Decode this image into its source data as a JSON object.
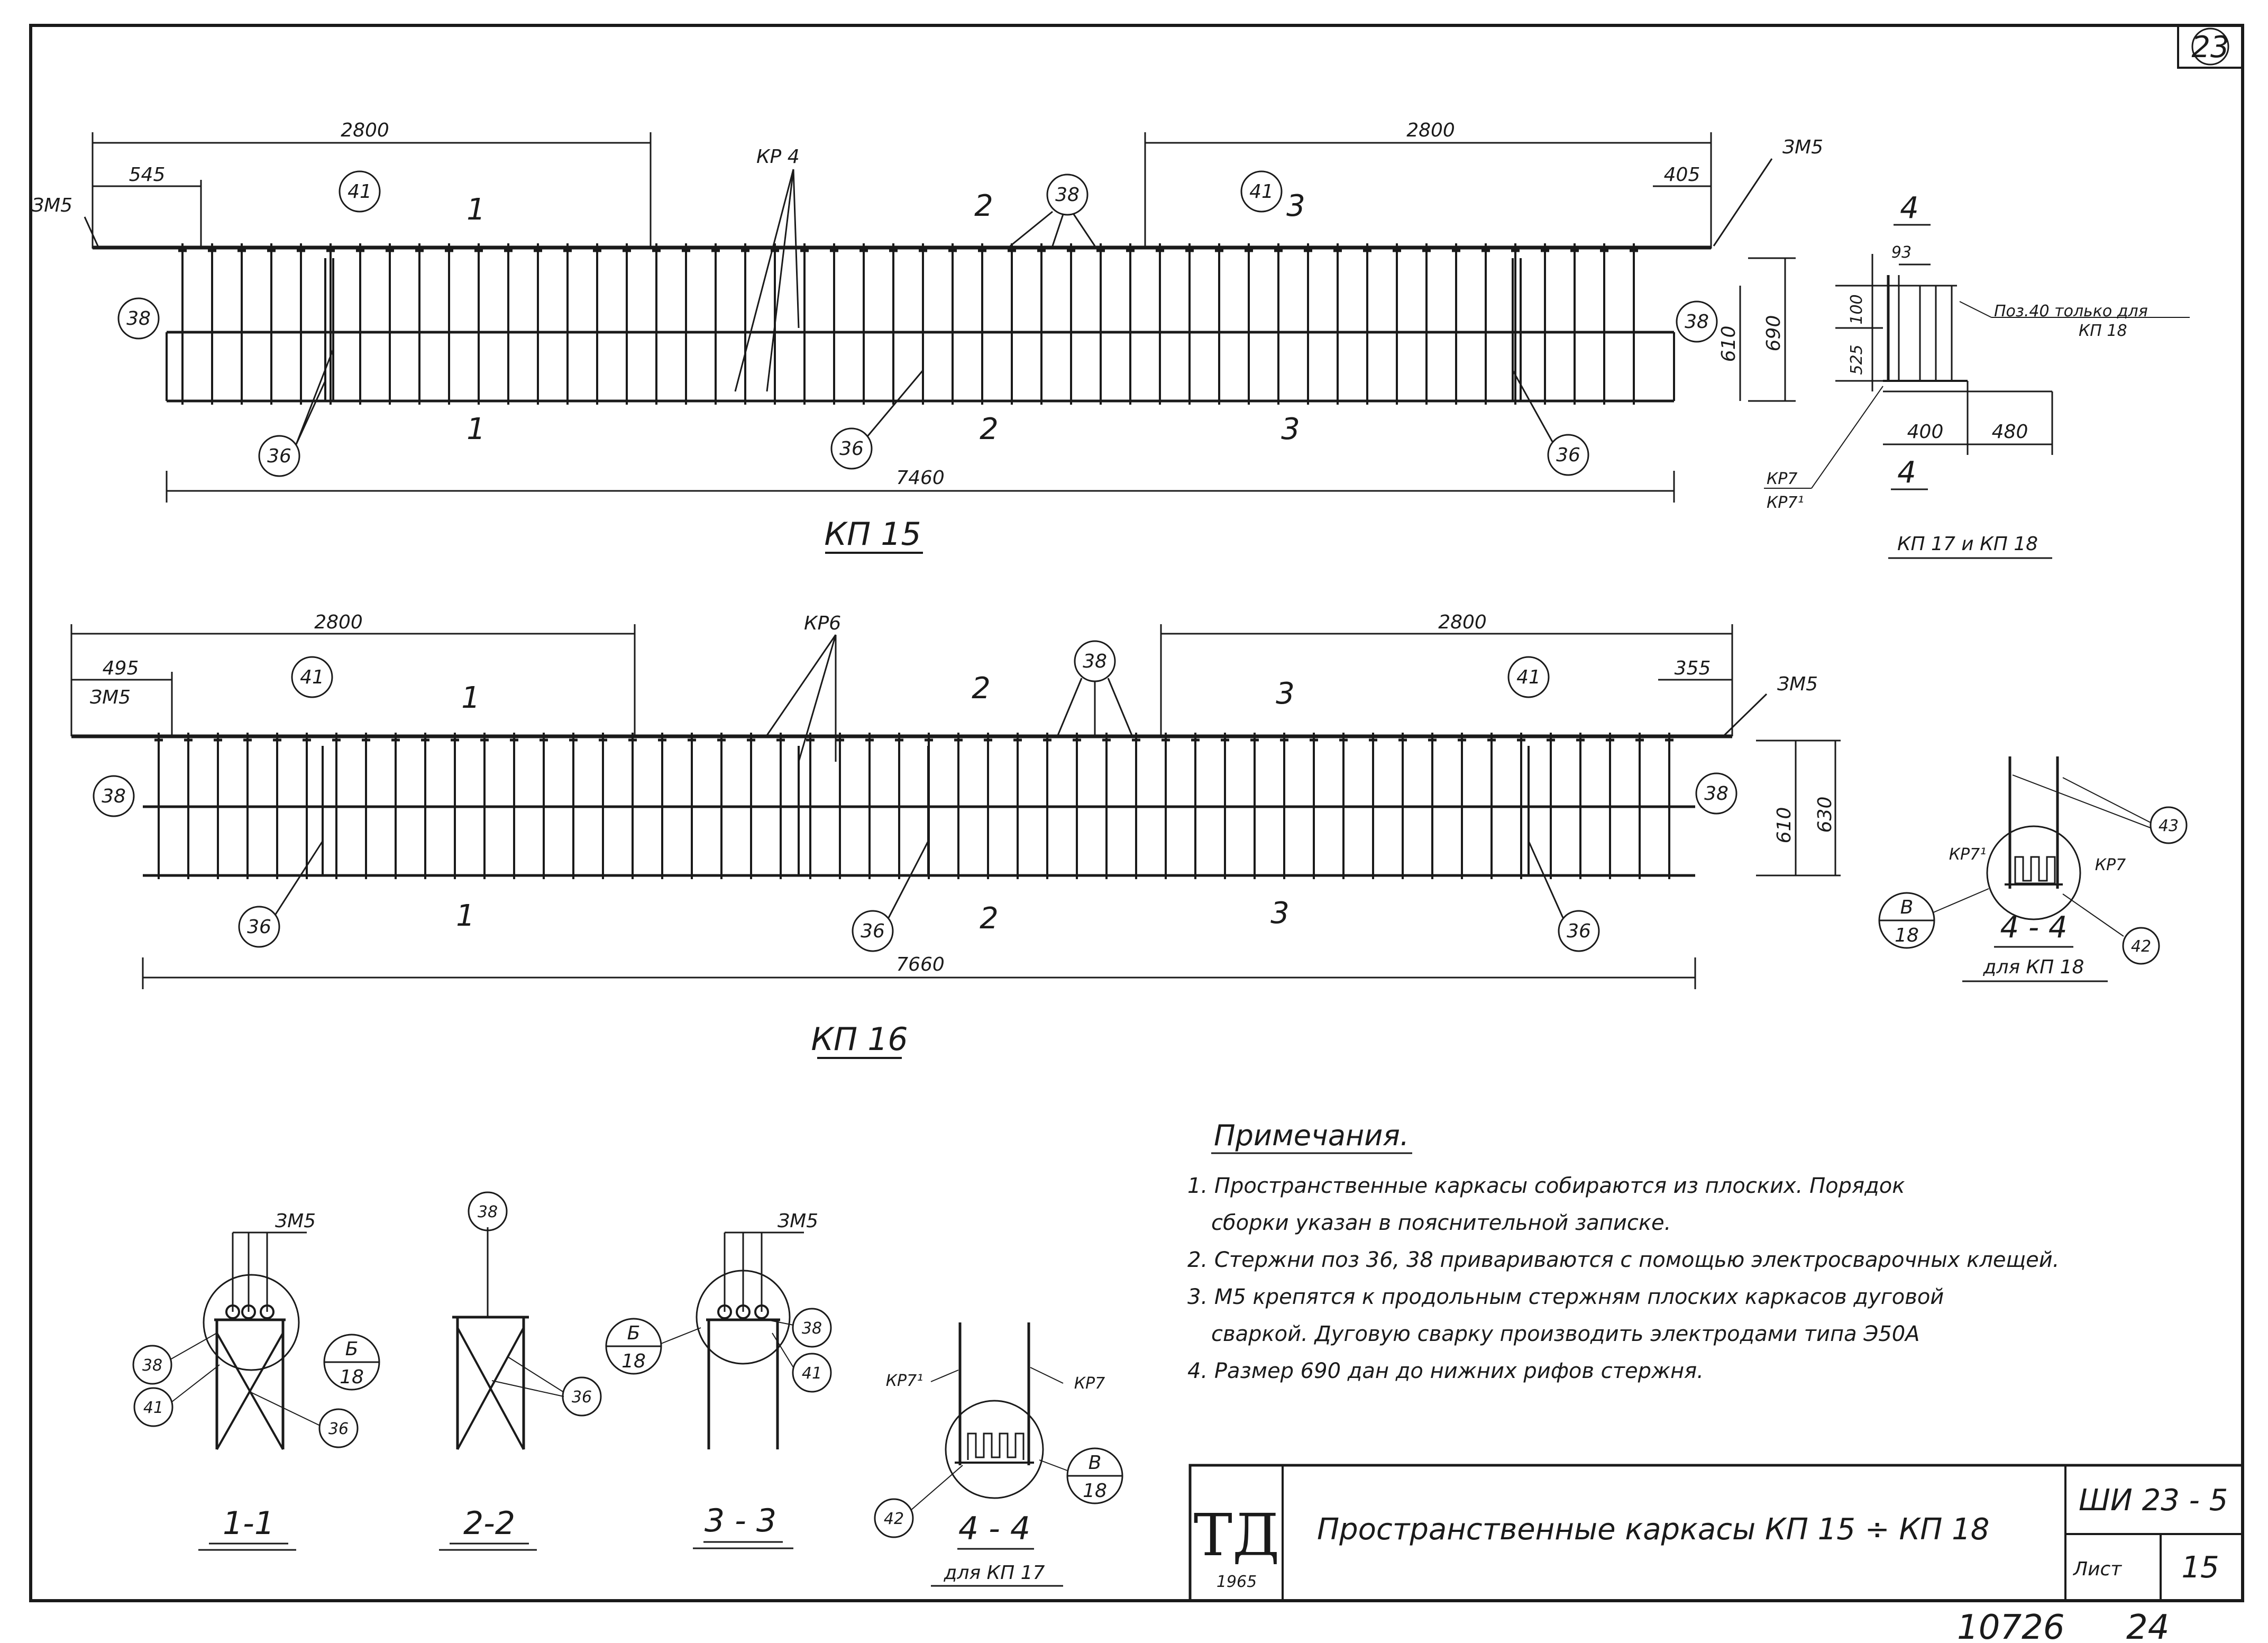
{
  "sheet_number": "23",
  "archive_number": "10726",
  "page_number_handwritten": "24",
  "frames": {
    "kp15": {
      "title": "КП 15",
      "dim_left": "2800",
      "dim_right": "2800",
      "dim_left_short": "545",
      "dim_right_short": "405",
      "dim_total": "7460",
      "dim_h1": "690",
      "dim_h2": "610",
      "kr_label": "КР 4",
      "zm_left": "ЗМ5",
      "zm_right": "ЗМ5"
    },
    "kp16": {
      "title": "КП 16",
      "dim_left": "2800",
      "dim_right": "2800",
      "dim_left_short": "495",
      "dim_right_short": "355",
      "dim_total": "7660",
      "dim_h1": "630",
      "dim_h2": "610",
      "kr_label": "КР6",
      "zm_left": "ЗМ5",
      "zm_right": "ЗМ5"
    }
  },
  "section_marks": {
    "s1": "1",
    "s2": "2",
    "s3": "3",
    "s4": "4"
  },
  "positions": {
    "p36": "36",
    "p38": "38",
    "p41": "41",
    "p42": "42",
    "p43": "43"
  },
  "kp17_18": {
    "title": "КП 17 и КП 18",
    "dim_93": "93",
    "dim_100": "100",
    "dim_525": "525",
    "dim_400": "400",
    "dim_480": "480",
    "note": "Поз.40 только для",
    "note2": "КП 18",
    "kr7": "КР7",
    "kr71": "КР7¹"
  },
  "section44_kp18": {
    "title": "4 - 4",
    "subtitle": "для КП 18",
    "kr71": "КР7¹",
    "kr7": "КР7",
    "node_top": "В",
    "node_bottom": "18"
  },
  "notes": {
    "title": "Примечания.",
    "items": [
      "1. Пространственные каркасы собираются из плоских. Порядок",
      "сборки указан в пояснительной записке.",
      "2. Стержни поз 36, 38 привариваются с помощью электросварочных клещей.",
      "3. М5 крепятся к продольным стержням плоских каркасов дуговой",
      "сваркой. Дуговую сварку производить электродами типа Э50А",
      "4. Размер 690 дан до нижних рифов стержня."
    ]
  },
  "sections": {
    "s11": {
      "title": "1-1",
      "zm": "ЗМ5",
      "node_top": "Б",
      "node_bottom": "18"
    },
    "s22": {
      "title": "2-2"
    },
    "s33": {
      "title": "3 - 3",
      "zm": "ЗМ5",
      "node_top": "Б",
      "node_bottom": "18"
    },
    "s44": {
      "title": "4 - 4",
      "subtitle": "для КП 17",
      "kr71": "КР7¹",
      "kr7": "КР7",
      "node_top": "В",
      "node_bottom": "18"
    }
  },
  "title_block": {
    "logo": "ТД",
    "year": "1965",
    "title": "Пространственные каркасы КП 15 ÷ КП 18",
    "code": "ШИ 23 - 5",
    "sheet_label": "Лист",
    "sheet_no": "15"
  }
}
